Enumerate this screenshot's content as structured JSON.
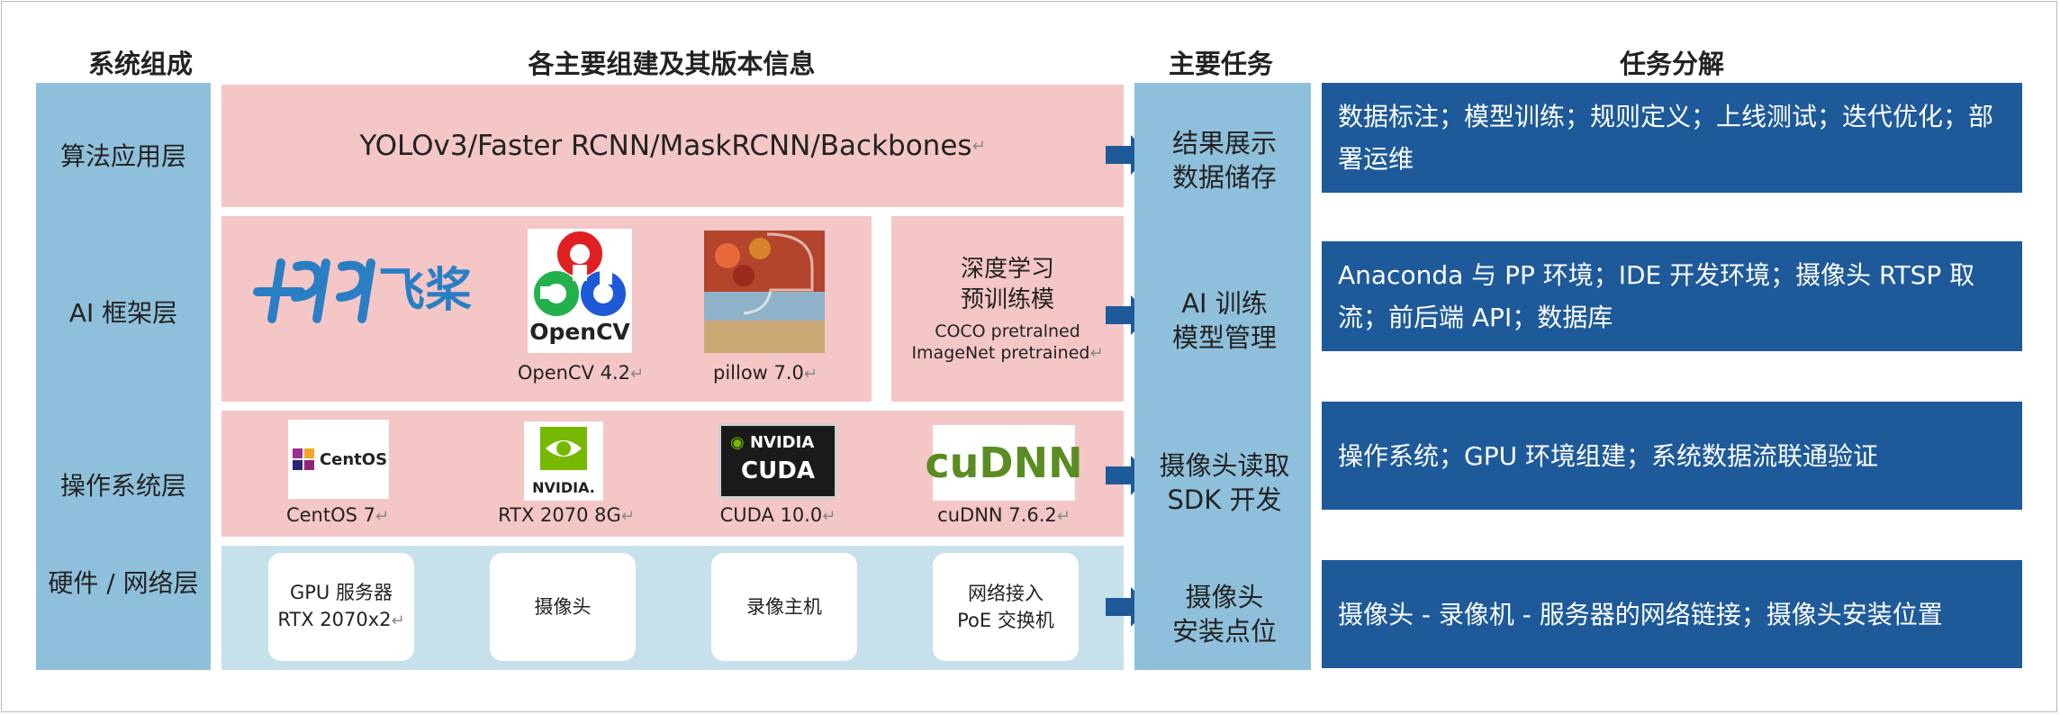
{
  "headers": {
    "components": "系统组成",
    "versions": "各主要组建及其版本信息",
    "tasks": "主要任务",
    "breakdown": "任务分解"
  },
  "layers": [
    {
      "label": "算法应用层"
    },
    {
      "label": "AI 框架层"
    },
    {
      "label": "操作系统层"
    },
    {
      "label": "硬件 / 网络层"
    }
  ],
  "algo": {
    "text": "YOLOv3/Faster RCNN/MaskRCNN/Backbones"
  },
  "framework": {
    "paddle_text": "飞桨",
    "opencv_logo": "OpenCV",
    "opencv_caption": "OpenCV 4.2",
    "pillow_caption": "pillow 7.0",
    "pretrain_title1": "深度学习",
    "pretrain_title2": "预训练模",
    "pretrain_line1": "COCO pretralned",
    "pretrain_line2": "ImageNet pretrained"
  },
  "os": {
    "centos_logo": "CentOS",
    "centos_caption": "CentOS 7",
    "nvidia_logo": "NVIDIA.",
    "rtx_caption": "RTX 2070 8G",
    "cuda_logo_top": "NVIDIA",
    "cuda_logo_bottom": "CUDA",
    "cuda_caption": "CUDA 10.0",
    "cudnn_logo": "cuDNN",
    "cudnn_caption": "cuDNN 7.6.2"
  },
  "hardware": [
    {
      "line1": "GPU 服务器",
      "line2": "RTX 2070x2"
    },
    {
      "line1": "摄像头",
      "line2": ""
    },
    {
      "line1": "录像主机",
      "line2": ""
    },
    {
      "line1": "网络接入",
      "line2": "PoE 交换机"
    }
  ],
  "tasks": [
    {
      "line1": "结果展示",
      "line2": "数据储存"
    },
    {
      "line1": "AI 训练",
      "line2": "模型管理"
    },
    {
      "line1": "摄像头读取",
      "line2": "SDK 开发"
    },
    {
      "line1": "摄像头",
      "line2": "安装点位"
    }
  ],
  "breakdown": [
    {
      "text": "数据标注；模型训练；规则定义；上线测试；迭代优化；部署运维"
    },
    {
      "text": "Anaconda 与 PP 环境；IDE 开发环境；摄像头 RTSP 取流；前后端 API；数据库"
    },
    {
      "text": "操作系统；GPU 环境组建；系统数据流联通验证"
    },
    {
      "text": "摄像头 - 录像机 - 服务器的网络链接；摄像头安装位置"
    }
  ],
  "colors": {
    "layer_column": "#8fc0db",
    "pink_block": "#f5c6c6",
    "hardware_block": "#c6e0ec",
    "breakdown_box": "#1e5a99",
    "arrow": "#1e5a99"
  },
  "icons": {
    "return_mark": "↵"
  }
}
